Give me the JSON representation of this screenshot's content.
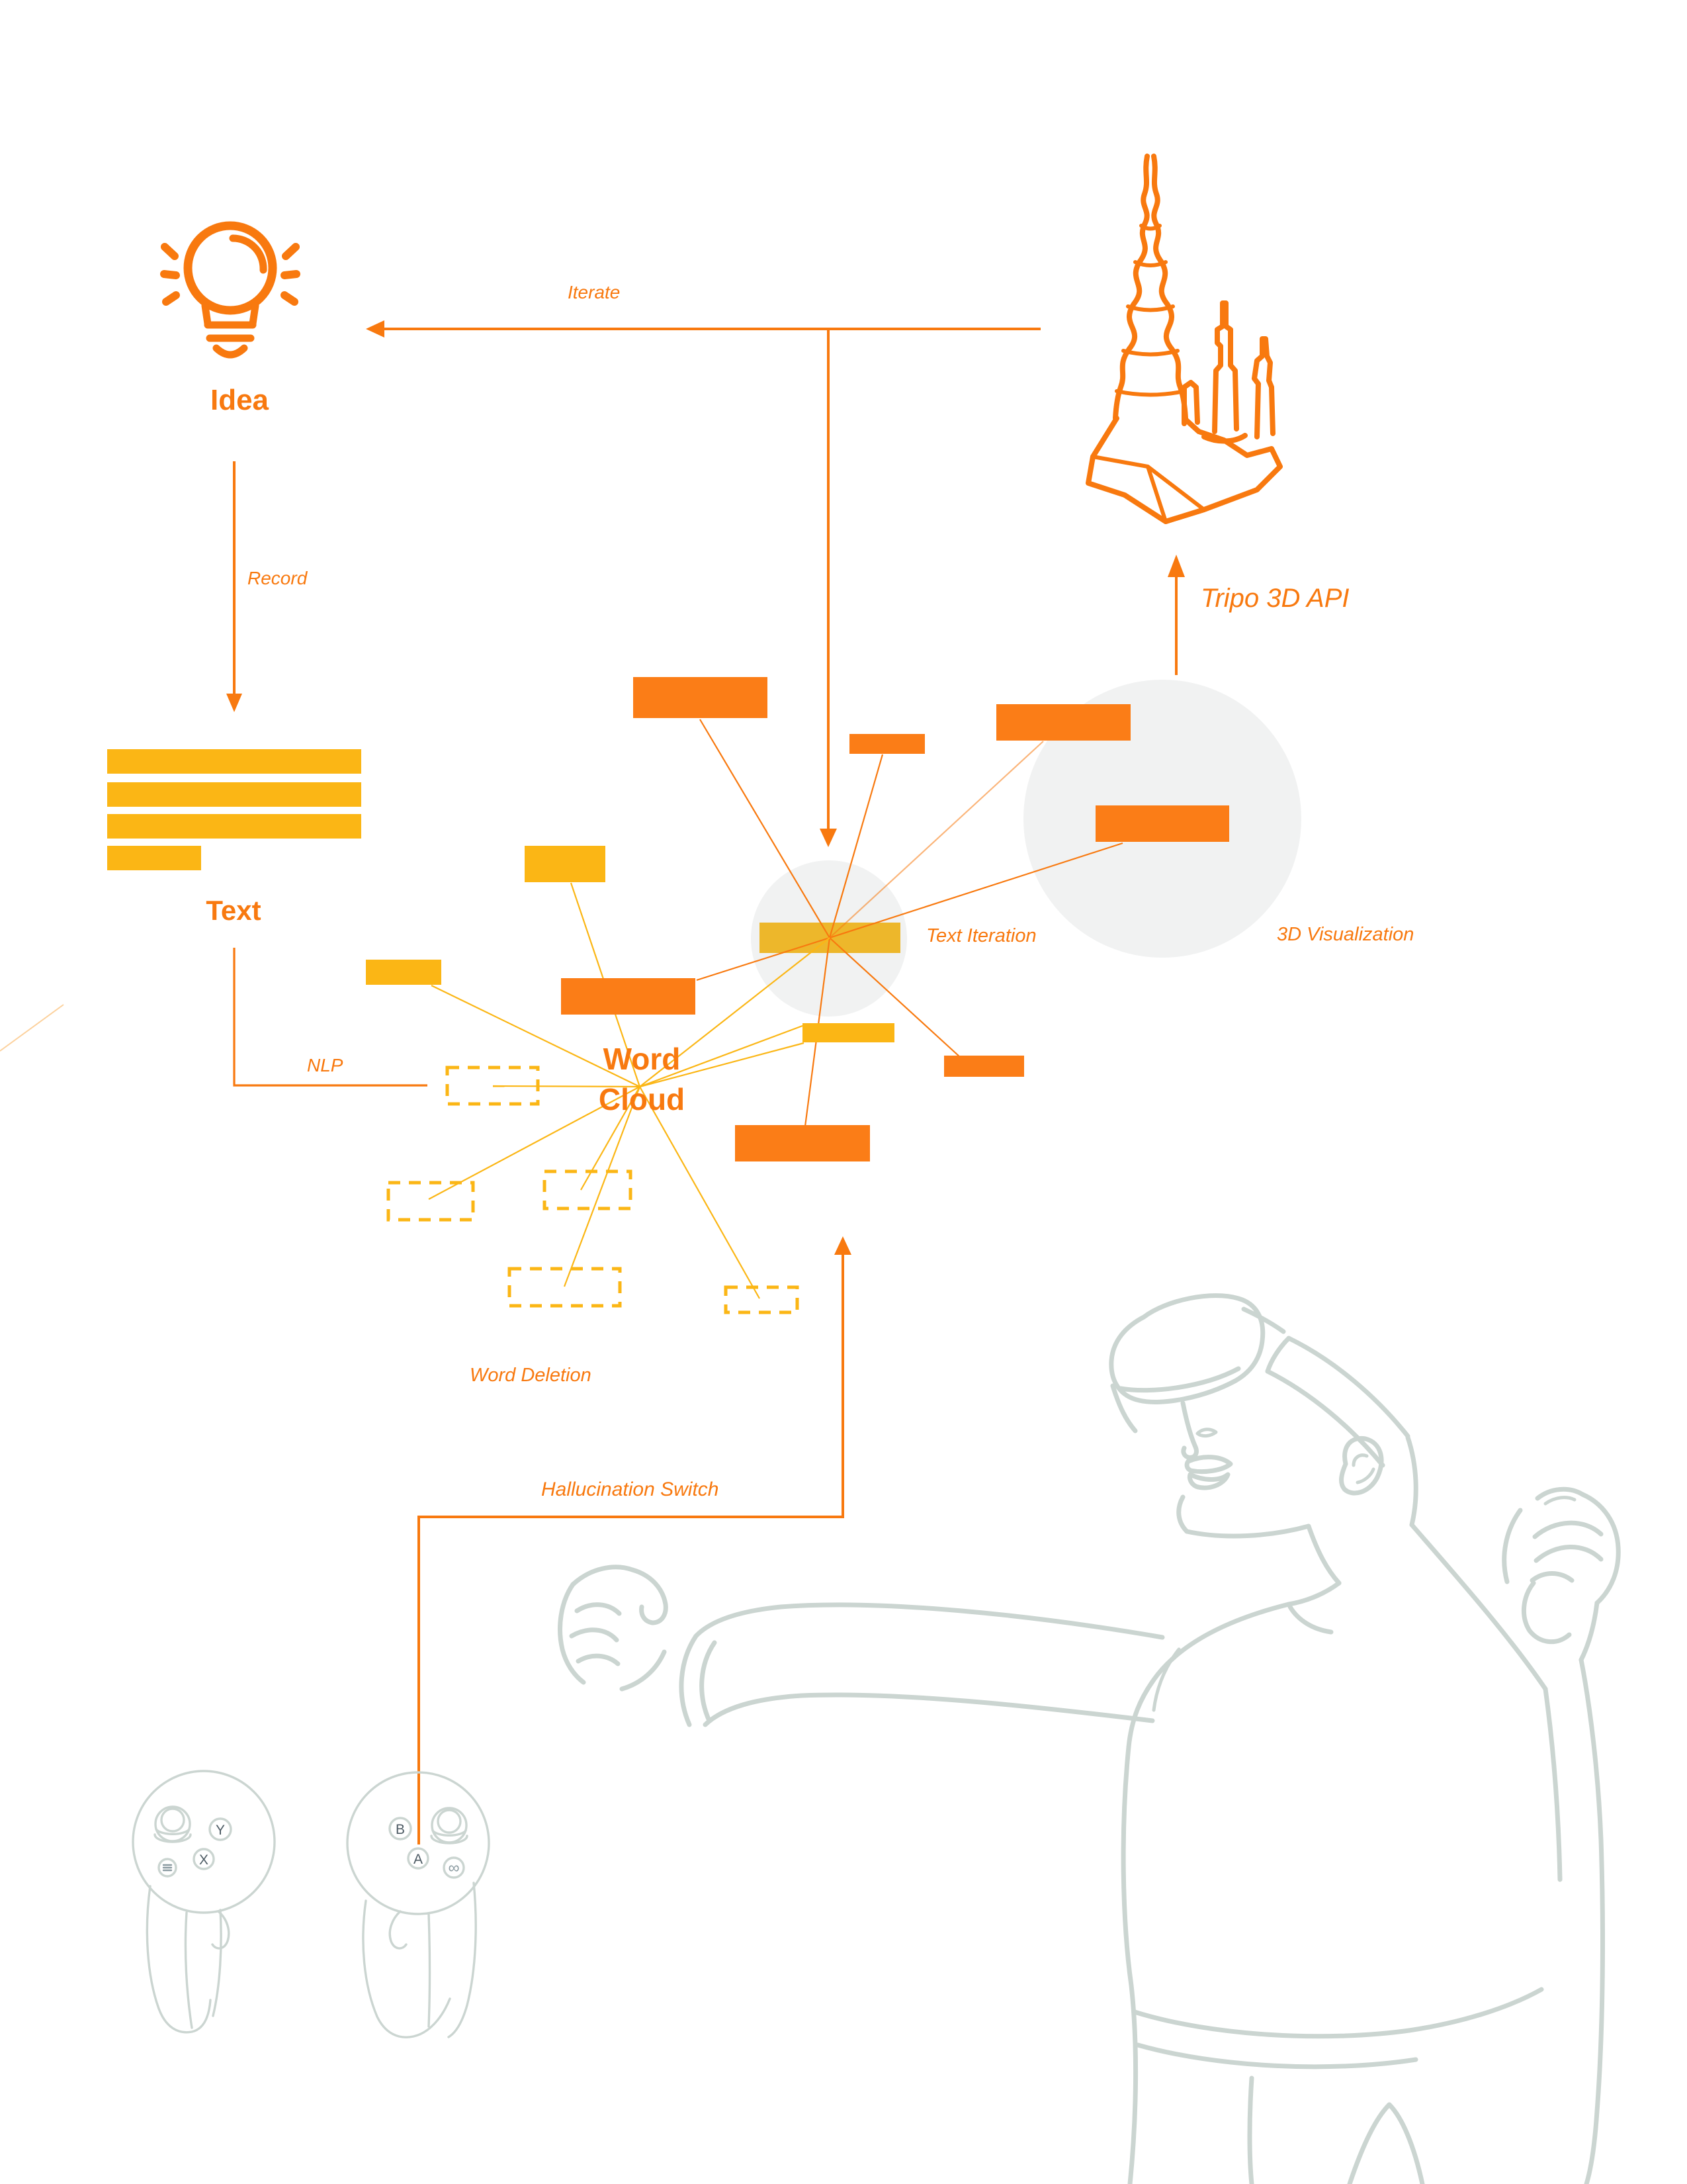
{
  "diagram": {
    "title": "VR word-cloud ideation workflow",
    "nodes": {
      "idea": "Idea",
      "text": "Text",
      "word_cloud": "Word\nCloud",
      "tripo_api": "Tripo 3D API"
    },
    "annotations": {
      "iterate": "Iterate",
      "record": "Record",
      "nlp": "NLP",
      "text_iteration": "Text Iteration",
      "visualization_3d": "3D Visualization",
      "word_deletion": "Word Deletion",
      "hallucination_switch": "Hallucination Switch"
    },
    "controllers": {
      "left": {
        "button_top": "Y",
        "button_bottom": "X",
        "menu_icon": "hamburger-menu-icon"
      },
      "right": {
        "button_top": "B",
        "button_bottom": "A",
        "home_glyph": "∞",
        "home_icon": "meta-home-icon"
      }
    },
    "icons": {
      "idea_icon": "lightbulb-rays-icon",
      "tripo_icon": "3d-city-model-sketch",
      "user_icon": "vr-headset-user-sketch",
      "controller_icon": "vr-touch-controller-sketch"
    },
    "colors": {
      "orange": "#F8790F",
      "tile_orange": "#FB7D17",
      "tile_yellow": "#FBB615",
      "tile_amber": "#EDB72B",
      "circle_gray": "#F1F2F2",
      "sketch_gray": "#CBD5D1",
      "button_letter": "#4C5A63"
    }
  }
}
